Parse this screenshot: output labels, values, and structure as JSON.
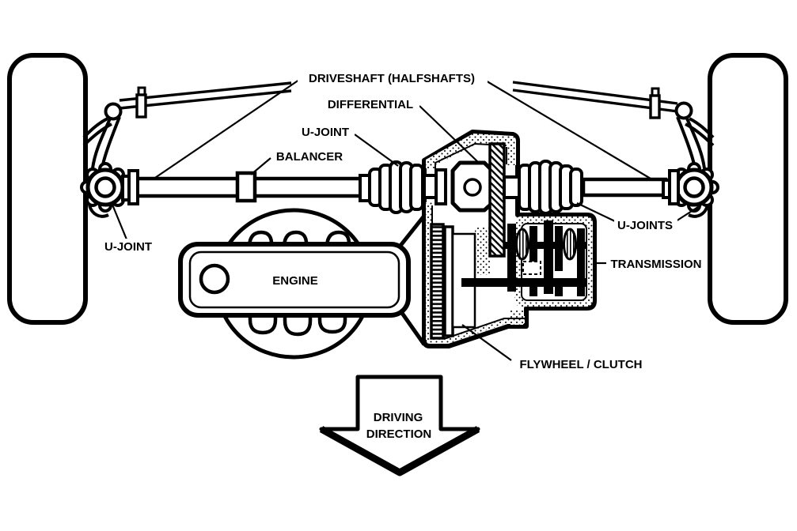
{
  "labels": {
    "driveshaft": "DRIVESHAFT (HALFSHAFTS)",
    "differential": "DIFFERENTIAL",
    "u_joint_inner": "U-JOINT",
    "balancer": "BALANCER",
    "u_joint_left": "U-JOINT",
    "u_joints_right": "U-JOINTS",
    "transmission": "TRANSMISSION",
    "flywheel_clutch": "FLYWHEEL / CLUTCH",
    "engine": "ENGINE",
    "driving_direction_line1": "DRIVING",
    "driving_direction_line2": "DIRECTION"
  },
  "colors": {
    "line": "#000000",
    "background": "#ffffff"
  }
}
